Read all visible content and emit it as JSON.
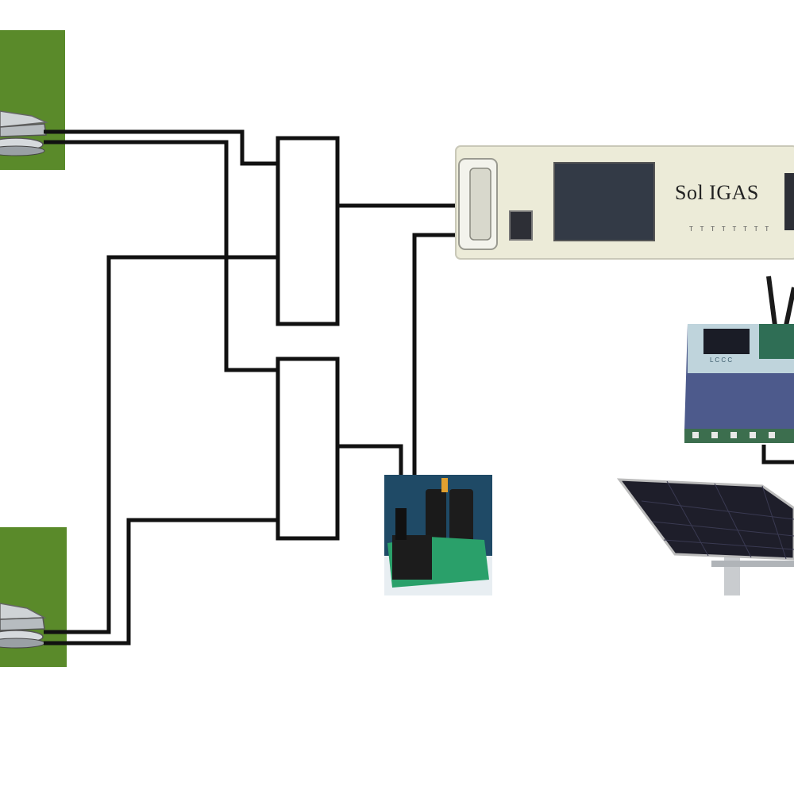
{
  "analyzer": {
    "brand": "Sol IGAS",
    "sublabel": "T T T T T T T T"
  },
  "logger": {
    "label": "L C C C"
  },
  "colors": {
    "grass": "#5a8a2a",
    "wire": "#111111",
    "analyzer_body": "#ecebd8",
    "screen": "#333a46",
    "logger_panel": "#4d5a8c",
    "logger_top": "#bfd4dc",
    "logger_green": "#2f6e55",
    "pump_bg": "#1f4a66",
    "pump_green": "#2aa06a",
    "solar_panel": "#1e1e2a"
  }
}
